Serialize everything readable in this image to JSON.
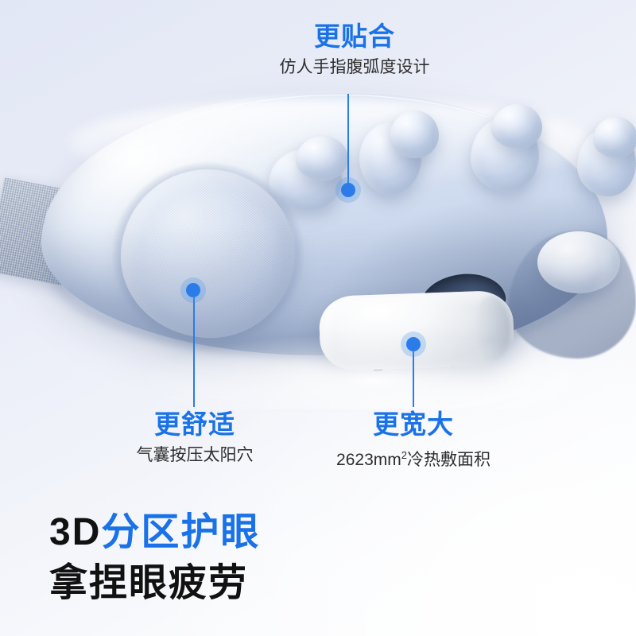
{
  "meta": {
    "accent_blue": "#1a72e8",
    "dot_blue": "#2b7ce8",
    "text_dark": "#2e2e2e",
    "headline_black": "#111111",
    "bg_top_left": "#e2e7f5",
    "bg_bottom_right": "#fdfdfe"
  },
  "callouts": [
    {
      "id": "top",
      "title": "更贴合",
      "subtitle": "仿人手指腹弧度设计",
      "dot_label": "hotspot-marker-fit",
      "line_label": "leader-line-fit"
    },
    {
      "id": "left",
      "title": "更舒适",
      "subtitle": "气囊按压太阳穴",
      "dot_label": "hotspot-marker-comfort",
      "line_label": "leader-line-comfort"
    },
    {
      "id": "right",
      "title": "更宽大",
      "subtitle_prefix": "2623mm",
      "subtitle_sup": "2",
      "subtitle_suffix": "冷热敷面积",
      "dot_label": "hotspot-marker-area",
      "line_label": "leader-line-area"
    }
  ],
  "headline": {
    "line1_black": "3D",
    "line1_blue": "分区护眼",
    "line2": "拿捏眼疲劳"
  },
  "product": {
    "name": "eye-massager-device",
    "parts": {
      "strap": "head-strap",
      "body": "massager-body",
      "airbag_dome": "airbag-dome",
      "bumps": "finger-massage-bumps",
      "recess": "nose-bridge-recess",
      "vents": "vent-slits",
      "heating_pad": "heat-compress-pad"
    }
  }
}
